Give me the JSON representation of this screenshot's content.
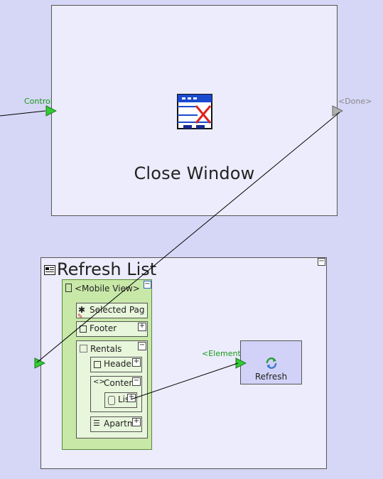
{
  "close_window": {
    "title": "Close Window",
    "input_port": "Control",
    "output_port": "<Done>"
  },
  "refresh_list": {
    "title": "Refresh List",
    "collapse": "−",
    "mobile_view": {
      "title": "<Mobile View>",
      "collapse": "−",
      "items": {
        "selected": "Selected Pag",
        "footer": "Footer",
        "rentals": {
          "title": "Rentals",
          "header": "Header",
          "content": {
            "title": "Content",
            "list": "List"
          },
          "apartments": "Apartme"
        }
      },
      "expand": "+"
    }
  },
  "refresh_action": {
    "label": "Refresh",
    "input_port": "<Element>"
  },
  "colors": {
    "canvas": "#d6d6f6",
    "node": "#ececfc",
    "mobile_green": "#c8e8a8",
    "port_green": "#33cc33",
    "port_gray": "#aaaaaa"
  }
}
